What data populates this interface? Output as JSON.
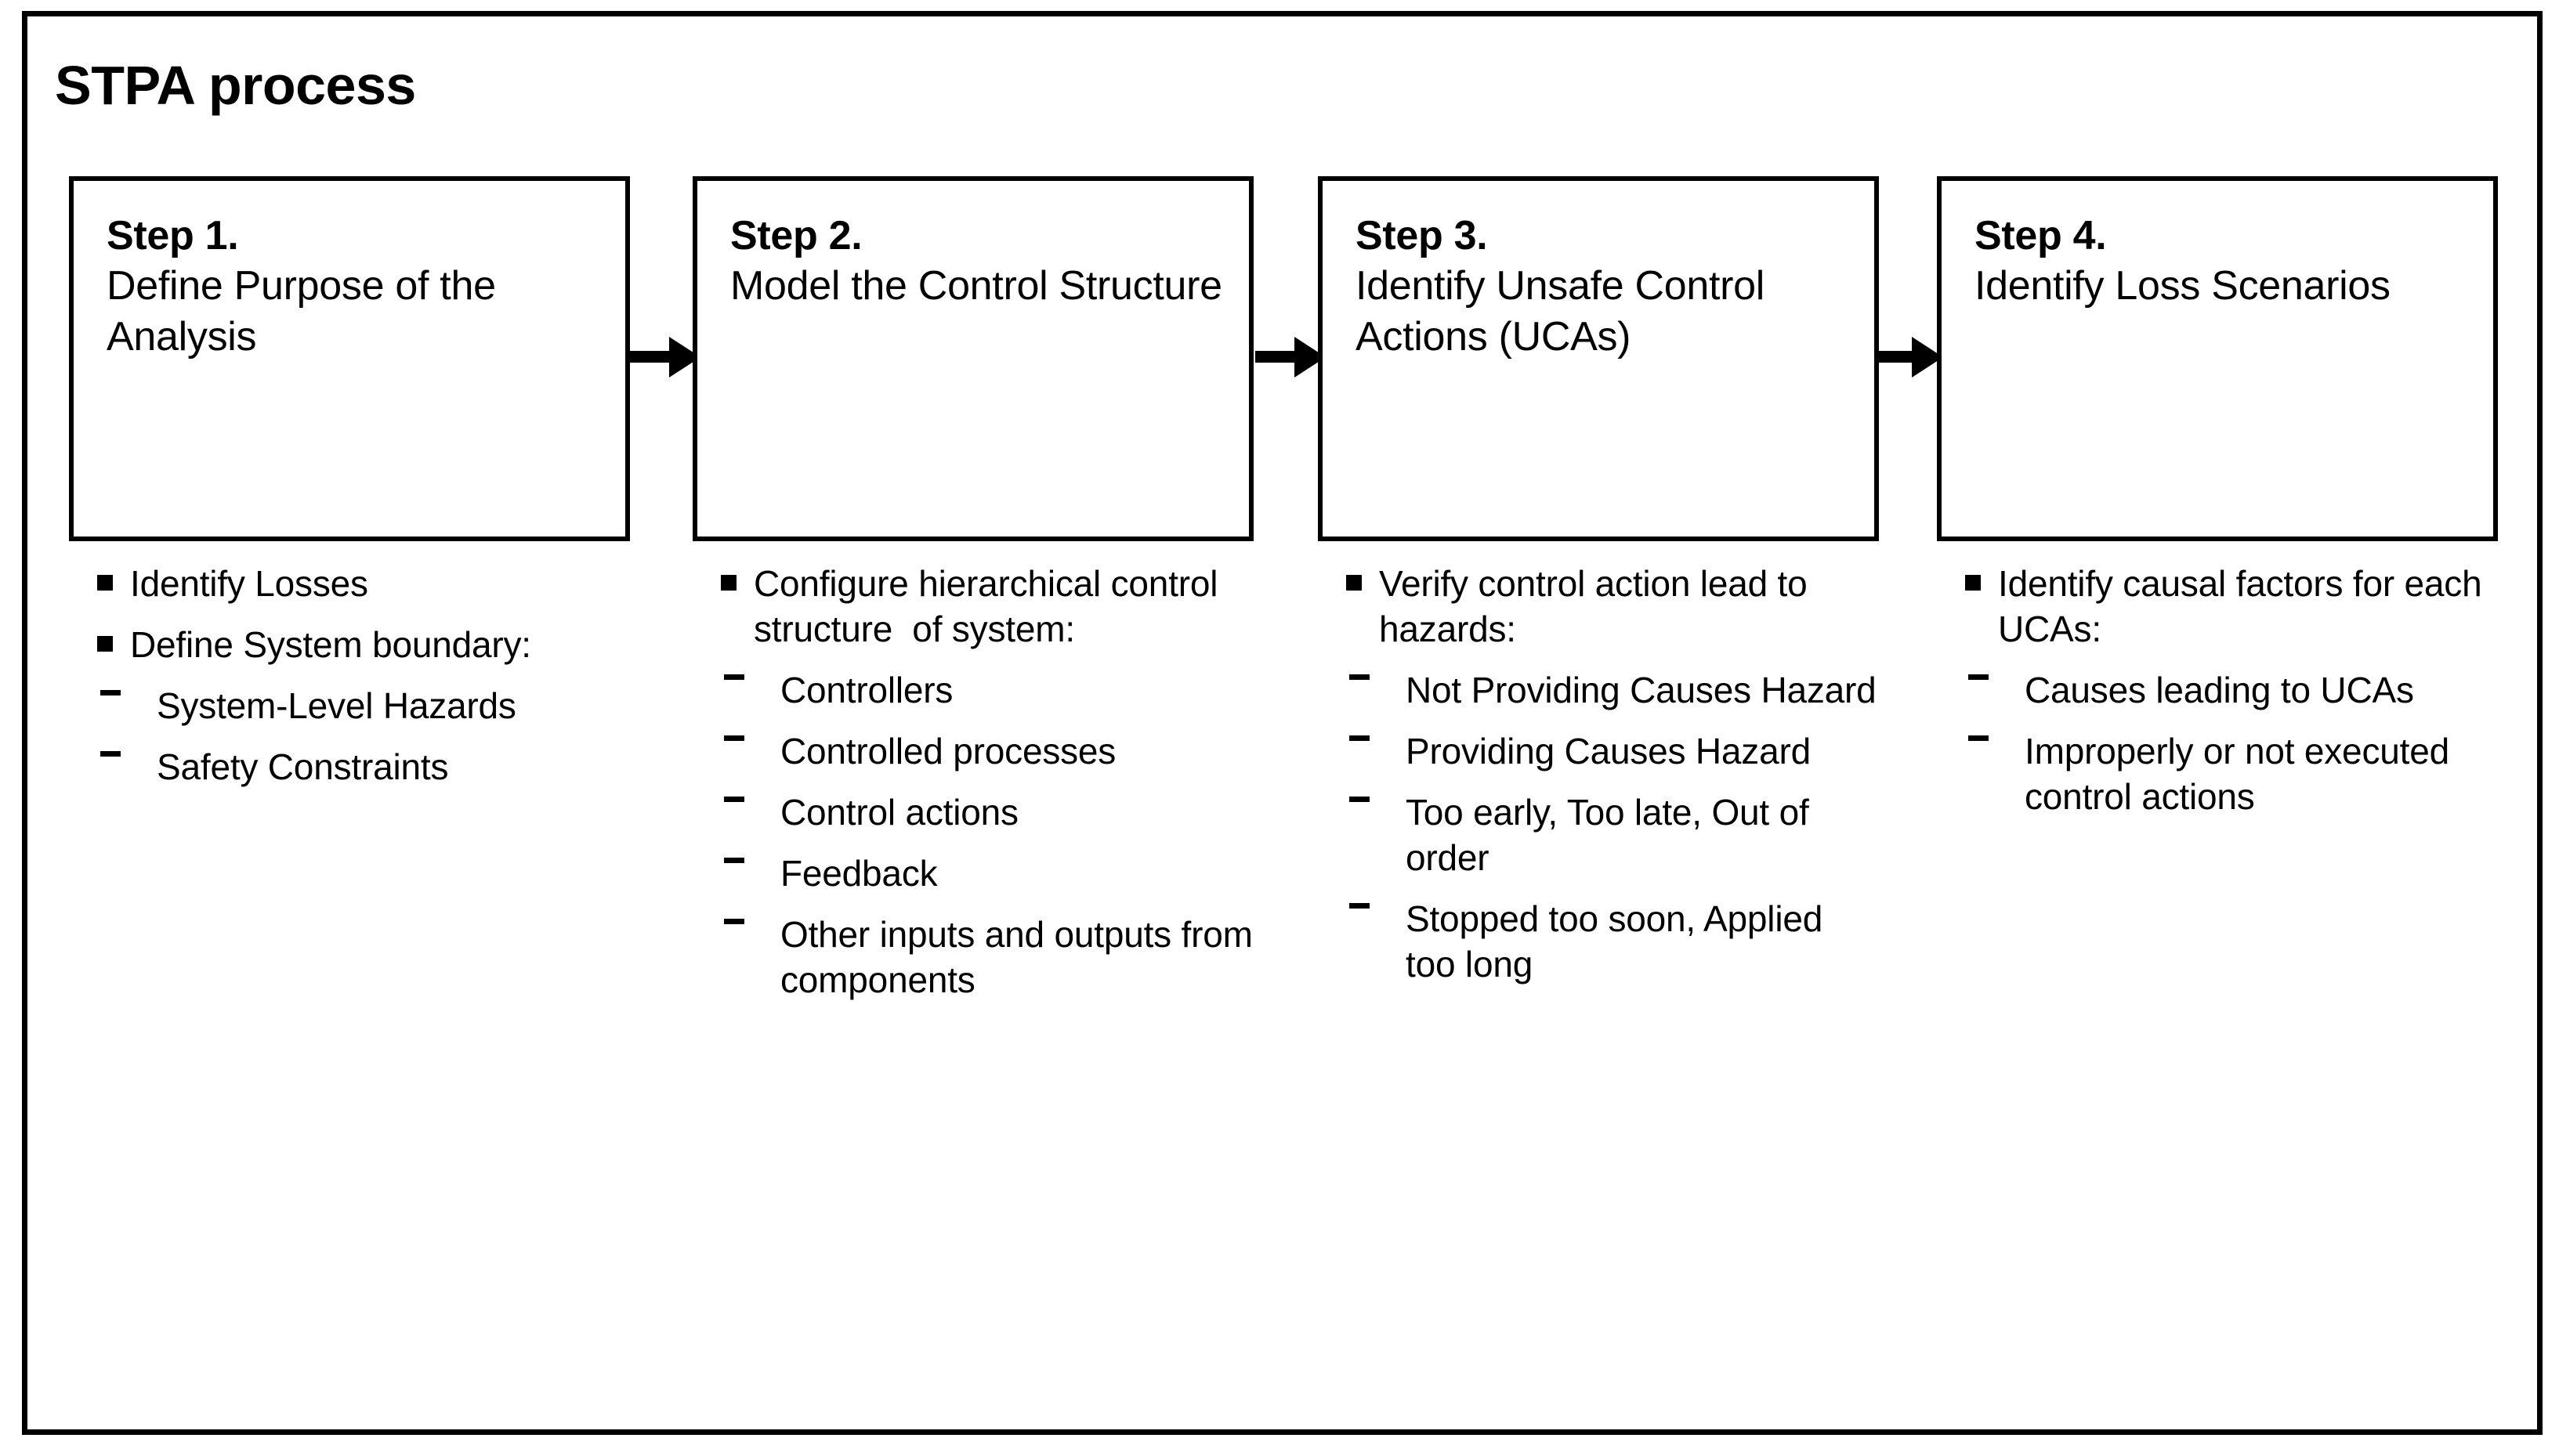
{
  "diagram": {
    "title": "STPA process",
    "steps": [
      {
        "label": "Step 1.",
        "title": "Define Purpose of the Analysis",
        "bullets": [
          {
            "level": 1,
            "glyph": "square-bullet",
            "text": "Identify Losses"
          },
          {
            "level": 1,
            "glyph": "square-bullet",
            "text": "Define System boundary:"
          },
          {
            "level": 2,
            "glyph": "dash-bullet",
            "text": "System-Level Hazards"
          },
          {
            "level": 2,
            "glyph": "dash-bullet",
            "text": "Safety Constraints"
          }
        ]
      },
      {
        "label": "Step 2.",
        "title": "Model the Control Structure",
        "bullets": [
          {
            "level": 1,
            "glyph": "square-bullet",
            "text": "Configure hierarchical control structure  of system:"
          },
          {
            "level": 2,
            "glyph": "dash-bullet",
            "text": "Controllers"
          },
          {
            "level": 2,
            "glyph": "dash-bullet",
            "text": "Controlled processes"
          },
          {
            "level": 2,
            "glyph": "dash-bullet",
            "text": "Control actions"
          },
          {
            "level": 2,
            "glyph": "dash-bullet",
            "text": "Feedback"
          },
          {
            "level": 2,
            "glyph": "dash-bullet",
            "text": "Other inputs and outputs from components"
          }
        ]
      },
      {
        "label": "Step 3.",
        "title": "Identify Unsafe Control Actions (UCAs)",
        "bullets": [
          {
            "level": 1,
            "glyph": "square-bullet",
            "text": "Verify control action lead to hazards:"
          },
          {
            "level": 2,
            "glyph": "dash-bullet",
            "text": "Not Providing Causes Hazard"
          },
          {
            "level": 2,
            "glyph": "dash-bullet",
            "text": "Providing Causes Hazard"
          },
          {
            "level": 2,
            "glyph": "dash-bullet",
            "text": "Too early, Too late, Out of order"
          },
          {
            "level": 2,
            "glyph": "dash-bullet",
            "text": "Stopped too soon, Applied too long"
          }
        ]
      },
      {
        "label": "Step 4.",
        "title": "Identify Loss Scenarios",
        "bullets": [
          {
            "level": 1,
            "glyph": "square-bullet",
            "text": "Identify causal factors for each UCAs:"
          },
          {
            "level": 2,
            "glyph": "dash-bullet",
            "text": "Causes leading to UCAs"
          },
          {
            "level": 2,
            "glyph": "dash-bullet",
            "text": "Improperly or not executed control actions"
          }
        ]
      }
    ],
    "arrows": [
      {
        "name": "arrow-step1-to-step2",
        "direction": "right"
      },
      {
        "name": "arrow-step2-to-step3",
        "direction": "right"
      },
      {
        "name": "arrow-step3-to-step4",
        "direction": "right"
      }
    ],
    "colors": {
      "border": "#000000",
      "text": "#000000",
      "background": "#ffffff"
    }
  }
}
